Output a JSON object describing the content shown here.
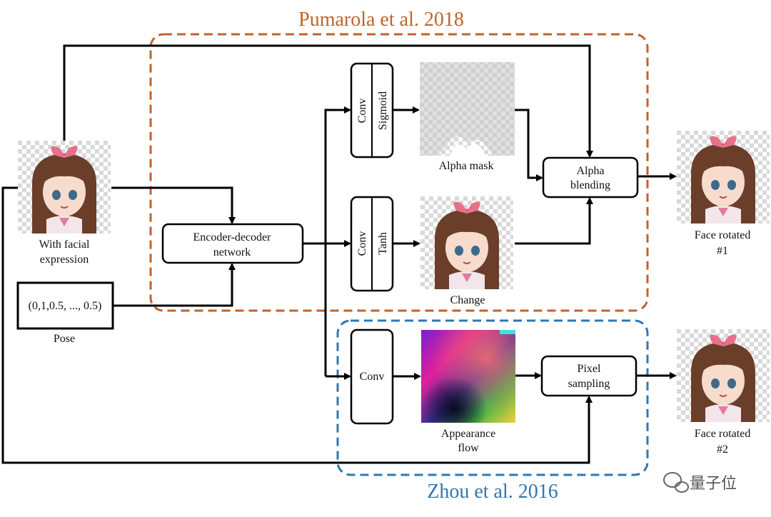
{
  "groups": {
    "pumarola": {
      "title": "Pumarola et al. 2018",
      "color": "#c0632a"
    },
    "zhou": {
      "title": "Zhou et al. 2016",
      "color": "#2f77b3"
    }
  },
  "inputs": {
    "image_label_1": "With facial",
    "image_label_2": "expression",
    "pose_vector": "(0,1,0.5, ..., 0.5)",
    "pose_label": "Pose"
  },
  "nodes": {
    "encoder_1": "Encoder-decoder",
    "encoder_2": "network",
    "conv": "Conv",
    "sigmoid": "Sigmoid",
    "tanh": "Tanh",
    "alpha_blend_1": "Alpha",
    "alpha_blend_2": "blending",
    "pixel_1": "Pixel",
    "pixel_2": "sampling"
  },
  "images": {
    "alpha_mask": "Alpha mask",
    "change": "Change",
    "appearance_1": "Appearance",
    "appearance_2": "flow"
  },
  "outputs": {
    "out1_1": "Face rotated",
    "out1_2": "#1",
    "out2_1": "Face rotated",
    "out2_2": "#2"
  },
  "watermark": "量子位"
}
